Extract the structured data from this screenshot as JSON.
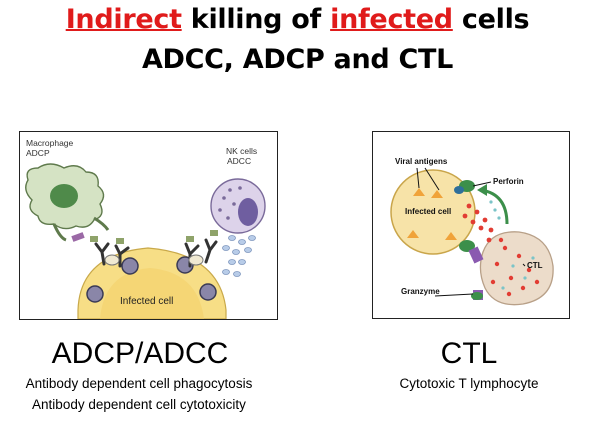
{
  "title": {
    "line1_red1": "Indirect",
    "line1_mid": " killing of ",
    "line1_red2": "infected",
    "line1_end": " cells",
    "line2": "ADCC, ADCP and CTL"
  },
  "left_diagram": {
    "macrophage_label": "Macrophage",
    "macrophage_sub": "ADCP",
    "nk_label": "NK cells",
    "nk_sub": "ADCC",
    "infected_label": "Infected cell"
  },
  "right_diagram": {
    "viral_label": "Viral antigens",
    "perforin_label": "Perforin",
    "infected_label": "Infected cell",
    "ctl_label": "CTL",
    "granzyme_label": "Granzyme"
  },
  "captions": {
    "left_title": "ADCP/ADCC",
    "left_line1": "Antibody dependent cell phagocytosis",
    "left_line2": "Antibody dependent cell cytotoxicity",
    "right_title": "CTL",
    "right_line1": "Cytotoxic T lymphocyte"
  },
  "colors": {
    "red_accent": "#e01b1b",
    "macrophage_fill": "#d5e3c4",
    "nk_fill": "#ddd3ea",
    "infected_fill": "#f7de86",
    "ctl_fill": "#ecdcca"
  }
}
